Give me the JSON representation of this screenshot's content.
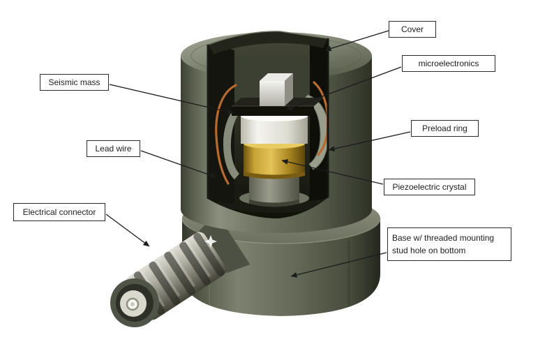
{
  "figure": {
    "colors": {
      "cover_body": "#6f7362",
      "base_body": "#676b5a",
      "crystal_gold": "#c8a437",
      "ceramic_white": "#f4f4ee",
      "wire_copper": "#b96a2e",
      "label_border": "#2b2b2b",
      "background": "#ffffff"
    }
  },
  "labels": [
    {
      "id": "cover",
      "text": "Cover"
    },
    {
      "id": "microelectronics",
      "text": "microelectronics"
    },
    {
      "id": "seismic-mass",
      "text": "Seismic mass"
    },
    {
      "id": "preload-ring",
      "text": "Preload ring"
    },
    {
      "id": "lead-wire",
      "text": "Lead wire"
    },
    {
      "id": "piezoelectric-crystal",
      "text": "Piezoelectric crystal"
    },
    {
      "id": "electrical-connector",
      "text": "Electrical connector"
    },
    {
      "id": "base-mounting",
      "text": "Base w/ threaded mounting\nstud hole on bottom"
    }
  ]
}
